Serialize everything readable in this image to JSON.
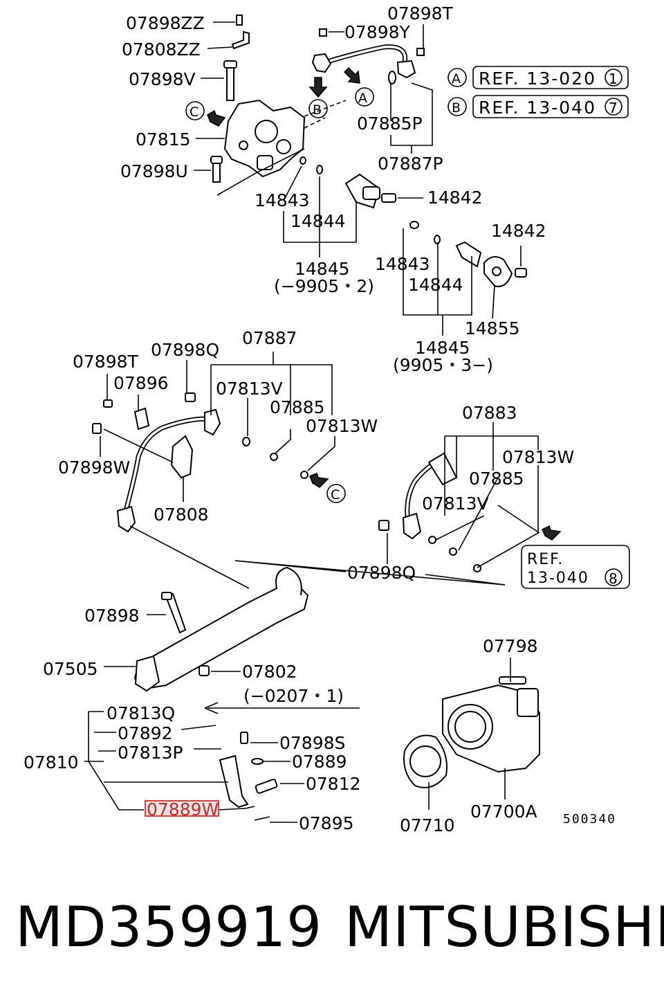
{
  "labels": {
    "l07898ZZ": "07898ZZ",
    "l07808ZZ": "07808ZZ",
    "l07898V": "07898V",
    "l07815": "07815",
    "l07898U": "07898U",
    "l07898T_top": "07898T",
    "l07898Y": "07898Y",
    "l07885P": "07885P",
    "l07887P": "07887P",
    "l14843_a": "14843",
    "l14844_a": "14844",
    "l14842_a": "14842",
    "l14845_a": "14845",
    "l14845_a_range": "(−9905・2)",
    "l14842_b": "14842",
    "l14843_b": "14843",
    "l14844_b": "14844",
    "l14855": "14855",
    "l14845_b": "14845",
    "l14845_b_range": "(9905・3−)",
    "l07887": "07887",
    "l07898T_mid": "07898T",
    "l07898Q_a": "07898Q",
    "l07896": "07896",
    "l07813V_a": "07813V",
    "l07885_a": "07885",
    "l07813W_a": "07813W",
    "l07898W": "07898W",
    "l07808": "07808",
    "l07883": "07883",
    "l07813W_b": "07813W",
    "l07885_b": "07885",
    "l07813V_b": "07813V",
    "l07898Q_b": "07898Q",
    "l07898": "07898",
    "l07505": "07505",
    "l07802": "07802",
    "l0207": "(−0207・1)",
    "l07813Q": "07813Q",
    "l07892": "07892",
    "l07813P": "07813P",
    "l07810": "07810",
    "l07898S": "07898S",
    "l07889": "07889",
    "l07812": "07812",
    "l07889W": "07889W",
    "l07895": "07895",
    "l07798": "07798",
    "l07710": "07710",
    "l07700A": "07700A",
    "diagram_code": "500340"
  },
  "callouts": {
    "A": "A",
    "B": "B",
    "C": "C"
  },
  "refs": {
    "ref_a_text": "REF. 13-020",
    "ref_a_num": "1",
    "ref_b_text": "REF. 13-040",
    "ref_b_num": "7",
    "ref_c_line1": "REF.",
    "ref_c_line2": "13-040",
    "ref_c_num": "8"
  },
  "highlight_color": "#e04040",
  "footer": {
    "part_number": "MD359919",
    "brand": "MITSUBISHI"
  }
}
